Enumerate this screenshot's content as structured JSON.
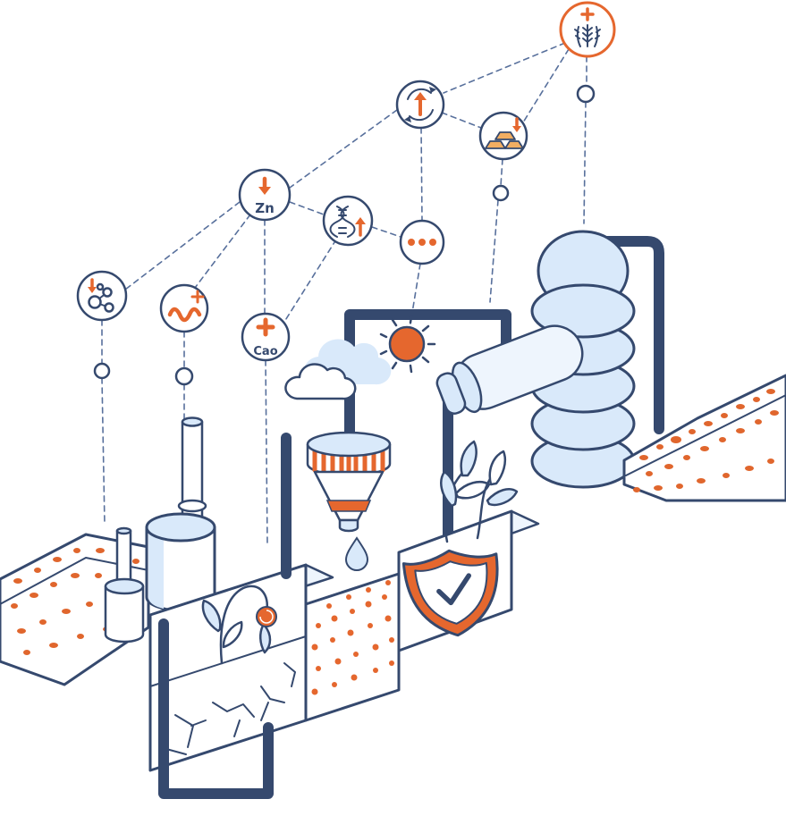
{
  "scene": {
    "description": "Isometric illustration of a soil-remediation process: a factory with chimneys beside a degraded cracked soil block with a wilted plant, a nutrient funnel dripping onto speckled soil, a healthy soil block with sprouting leaves protected by a shield with a checkmark, a stacked distillation column with pipes, pebbled soil berms, a sun and cloud, all linked by dashed lines to nutrient badges."
  },
  "badges": {
    "wheat_yield": {
      "icon": "wheat-plus-icon"
    },
    "nutrient_cycle": {
      "icon": "cycle-arrows-up-icon"
    },
    "minerals": {
      "icon": "gold-bars-down-icon"
    },
    "zinc": {
      "label": "Zn",
      "icon": "down-arrow-icon"
    },
    "dna": {
      "icon": "dna-increase-icon"
    },
    "more_nutrients": {
      "icon": "ellipsis-icon"
    },
    "molecule": {
      "icon": "molecule-down-icon"
    },
    "soil_life": {
      "icon": "worm-plus-icon"
    },
    "calcium": {
      "label": "Cao",
      "icon": "plus-icon"
    }
  },
  "colors": {
    "navy": "#35496e",
    "orange": "#e5672e",
    "light_blue": "#d9e9fa",
    "pale_blue": "#eef5fd",
    "dash_line": "#58709c",
    "white": "#ffffff"
  }
}
